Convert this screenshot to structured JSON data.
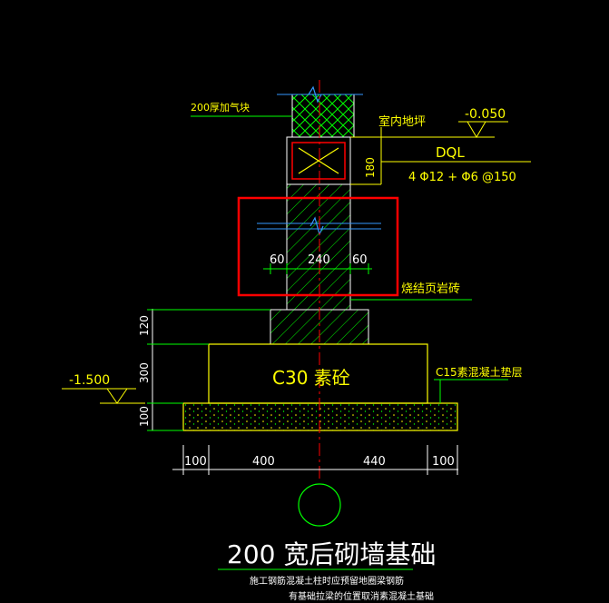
{
  "labels": {
    "wall_note": "200厚加气块",
    "indoor_floor": "室内地坪",
    "top_elev": "-0.050",
    "beam_name": "DQL",
    "beam_rebar": "4 Φ12 + Φ6 @150",
    "beam_height": "180",
    "brick_note": "烧结页岩砖",
    "c15_note": "C15素混凝土垫层",
    "base_elev": "-1.500",
    "foundation_label": "C30 素砼",
    "title": "200 宽后砌墙基础",
    "note_line1": "施工钢筋混凝土柱时应预留地圈梁钢筋",
    "note_line2": "有基础拉梁的位置取消素混凝土基础"
  },
  "dims": {
    "wall_left": "60",
    "wall_mid": "240",
    "wall_right": "60",
    "v_120": "120",
    "v_300": "300",
    "v_100": "100",
    "b_100_left": "100",
    "b_400": "400",
    "b_440": "440",
    "b_100_right": "100"
  },
  "colors": {
    "background": "#000000",
    "line_green": "#00ff00",
    "line_yellow": "#ffff00",
    "line_white": "#ffffff",
    "axis_red": "#ff0000",
    "highlight_red": "#ff0000",
    "break_blue": "#3399ff"
  }
}
